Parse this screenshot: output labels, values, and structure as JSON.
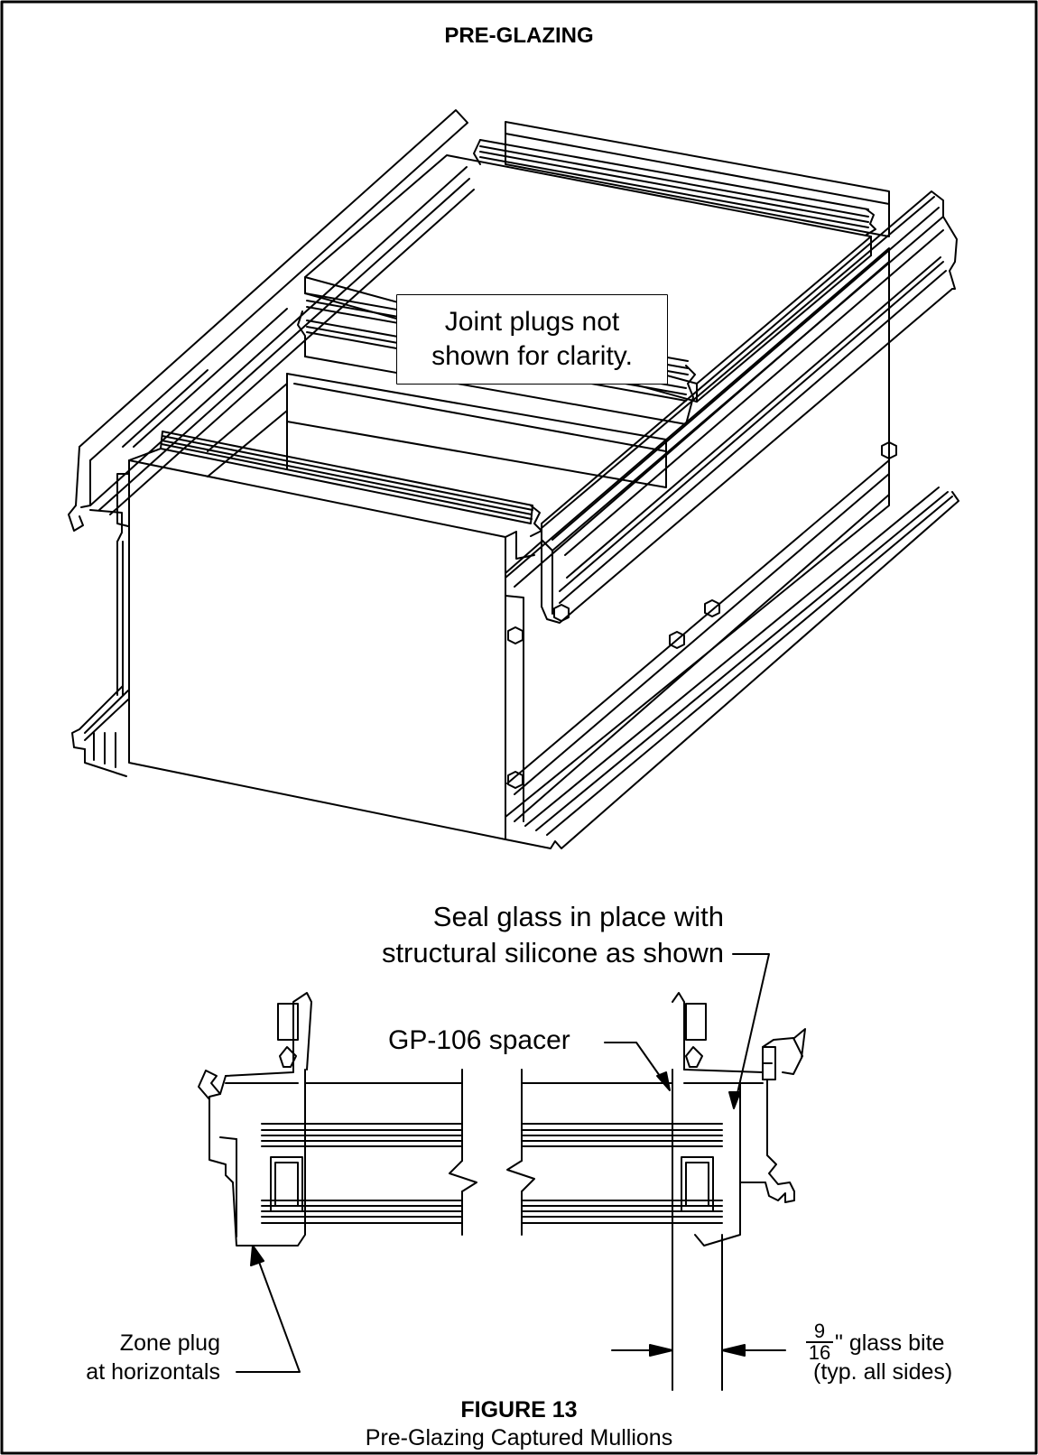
{
  "title": "PRE-GLAZING",
  "note": {
    "line1": "Joint plugs not",
    "line2": "shown for clarity."
  },
  "callouts": {
    "seal_line1": "Seal glass in place with",
    "seal_line2": "structural silicone as shown",
    "spacer": "GP-106 spacer",
    "zone_line1": "Zone plug",
    "zone_line2": "at horizontals",
    "bite_num": "9",
    "bite_den": "16",
    "bite_line1": "\" glass bite",
    "bite_line2": "(typ. all sides)"
  },
  "figure": {
    "number": "FIGURE 13",
    "caption": "Pre-Glazing Captured Mullions"
  }
}
